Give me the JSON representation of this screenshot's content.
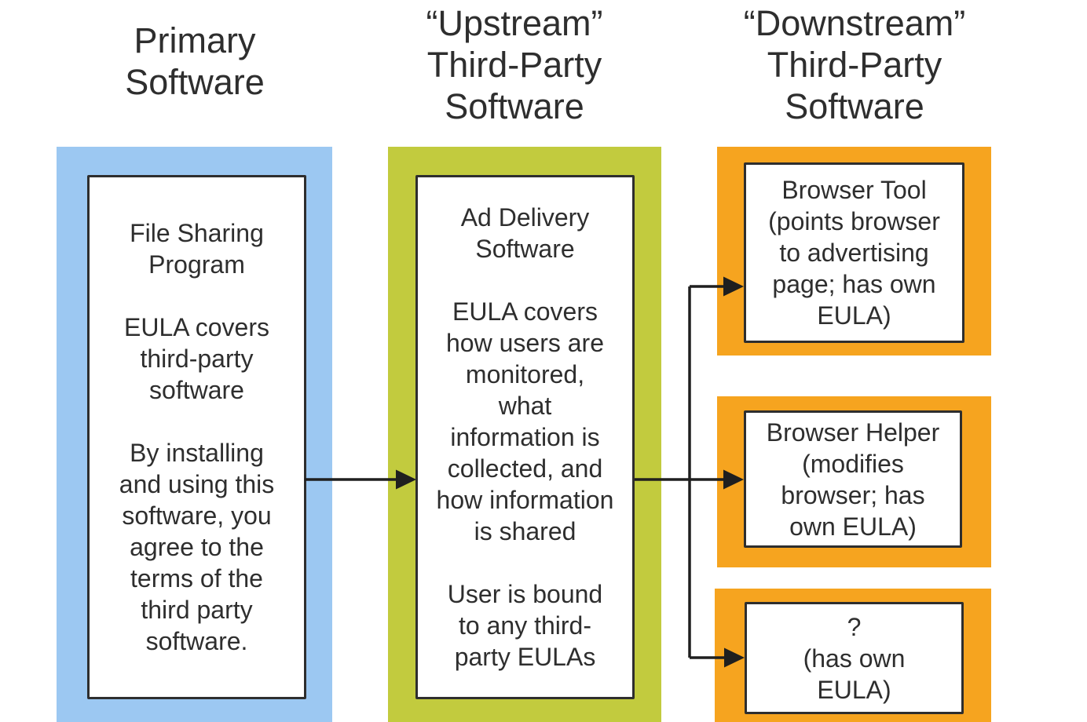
{
  "colors": {
    "primary_frame": "#9CC8F2",
    "upstream_frame": "#C2CB3E",
    "downstream_frame": "#F6A41F",
    "box_background": "#FFFFFF",
    "border": "#2E2E2E",
    "text": "#2E2E2E",
    "arrow": "#1F1F1F"
  },
  "headers": {
    "primary": "Primary\nSoftware",
    "upstream": "“Upstream”\nThird-Party\nSoftware",
    "downstream": "“Downstream”\nThird-Party\nSoftware"
  },
  "primary_column": {
    "box_text": "File Sharing\nProgram\n\nEULA covers\nthird-party\nsoftware\n\nBy installing\nand using this\nsoftware, you\nagree to the\nterms of the\nthird party\nsoftware."
  },
  "upstream_column": {
    "box_text": "Ad Delivery\nSoftware\n\nEULA covers\nhow users are\nmonitored,\nwhat\ninformation is\ncollected, and\nhow information\nis shared\n\nUser is bound\nto any third-\nparty EULAs"
  },
  "downstream_column": {
    "browser_tool_text": "Browser Tool\n(points browser\nto advertising\npage; has own\nEULA)",
    "browser_helper_text": "Browser Helper\n(modifies\nbrowser; has\nown EULA)",
    "unknown_text": "?\n(has own\nEULA)"
  }
}
